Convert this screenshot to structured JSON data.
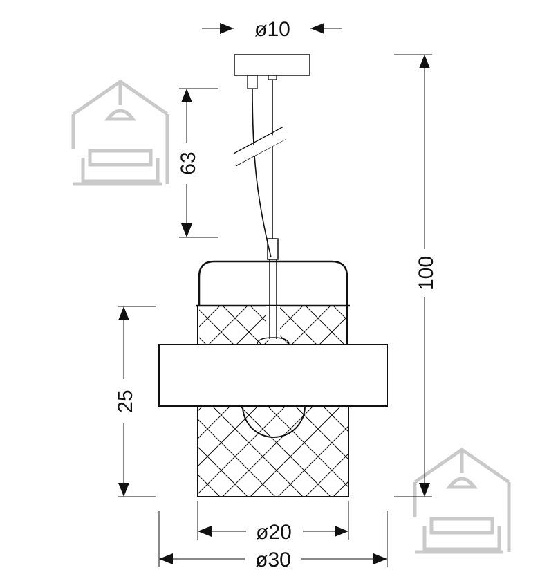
{
  "dimensions": {
    "canopy_diameter": "ø10",
    "cable_length": "63",
    "total_height": "100",
    "shade_height": "25",
    "inner_diameter": "ø20",
    "outer_diameter": "ø30"
  },
  "colors": {
    "line": "#111111",
    "watermark": "#c9c9c9"
  },
  "icons": [
    "house-lamp-sofa-watermark-icon"
  ]
}
